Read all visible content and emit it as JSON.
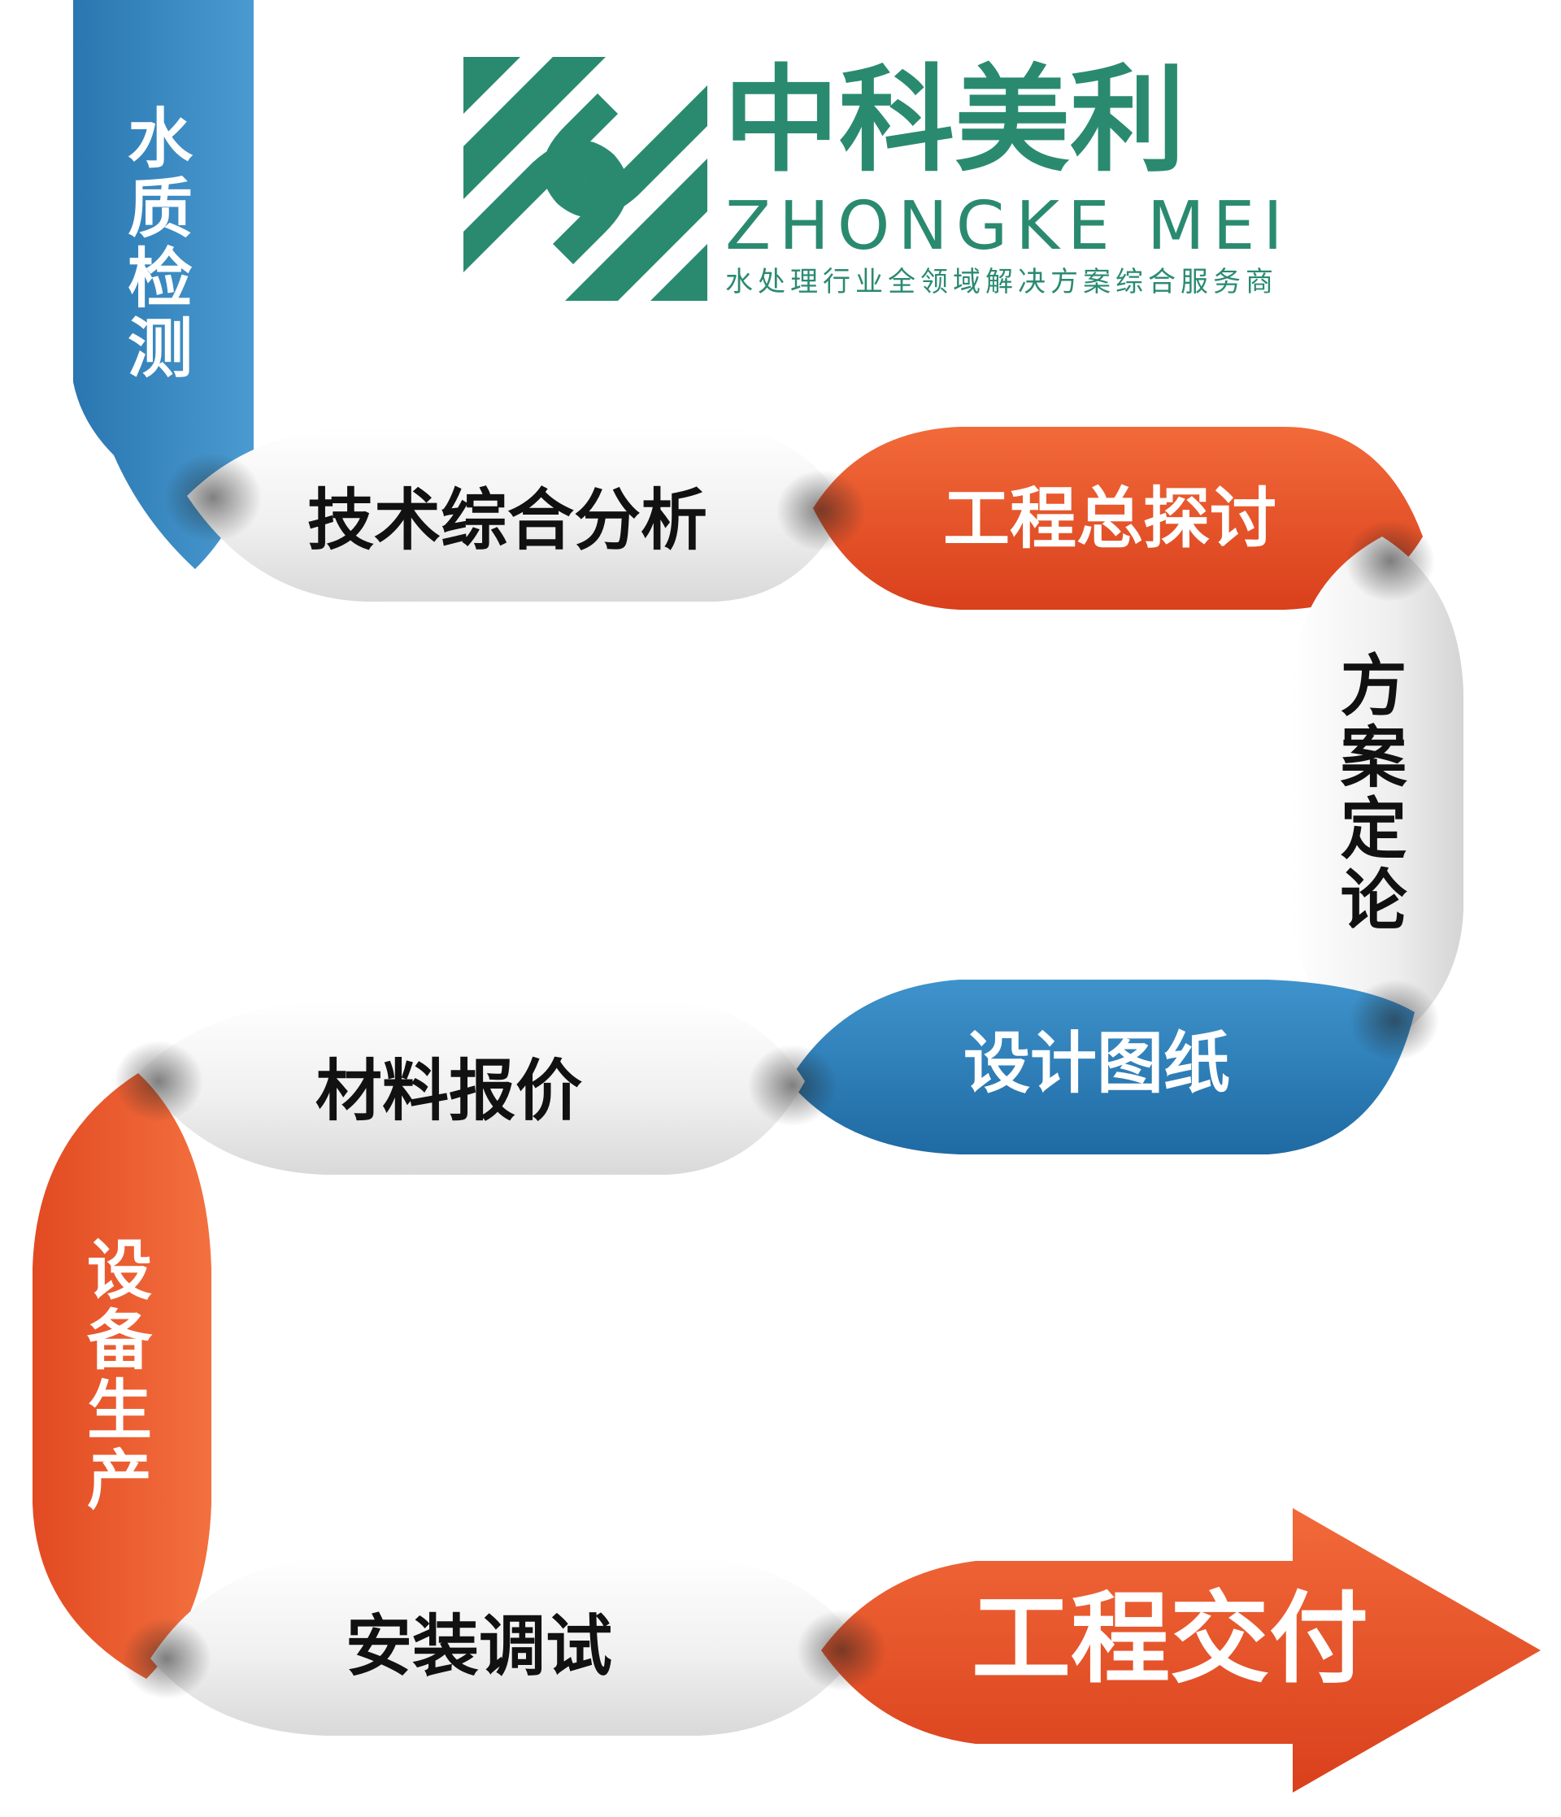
{
  "brand": {
    "name_cn": "中科美利",
    "name_en": "ZHONGKE MEI",
    "slogan": "水处理行业全领域解决方案综合服务商",
    "color": "#2a8a70"
  },
  "colors": {
    "blue": "#2d7fb8",
    "orange": "#e8502a",
    "white_band": "#f2f2f2"
  },
  "steps": [
    {
      "label": "水质检测",
      "color": "blue"
    },
    {
      "label": "技术综合分析",
      "color": "white"
    },
    {
      "label": "工程总探讨",
      "color": "orange"
    },
    {
      "label": "方案定论",
      "color": "white"
    },
    {
      "label": "设计图纸",
      "color": "blue"
    },
    {
      "label": "材料报价",
      "color": "white"
    },
    {
      "label": "设备生产",
      "color": "orange"
    },
    {
      "label": "安装调试",
      "color": "white"
    },
    {
      "label": "工程交付",
      "color": "orange"
    }
  ]
}
